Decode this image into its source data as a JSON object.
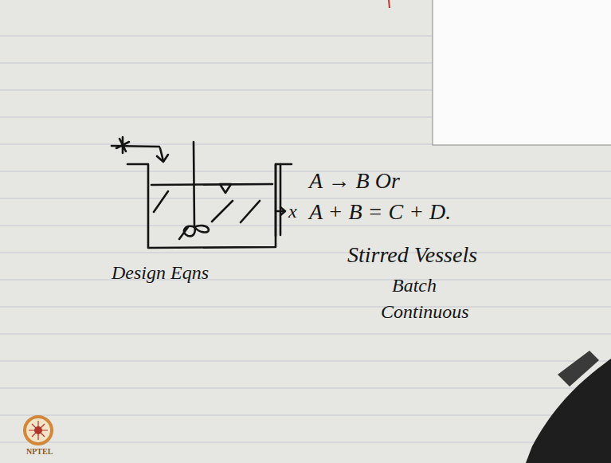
{
  "diagram": {
    "labels": [
      "A → B Or",
      "A + B = C + D.",
      "Stirred Vessels",
      "Batch",
      "Continuous",
      "Design Eqns",
      "x",
      "NPTEL"
    ]
  }
}
